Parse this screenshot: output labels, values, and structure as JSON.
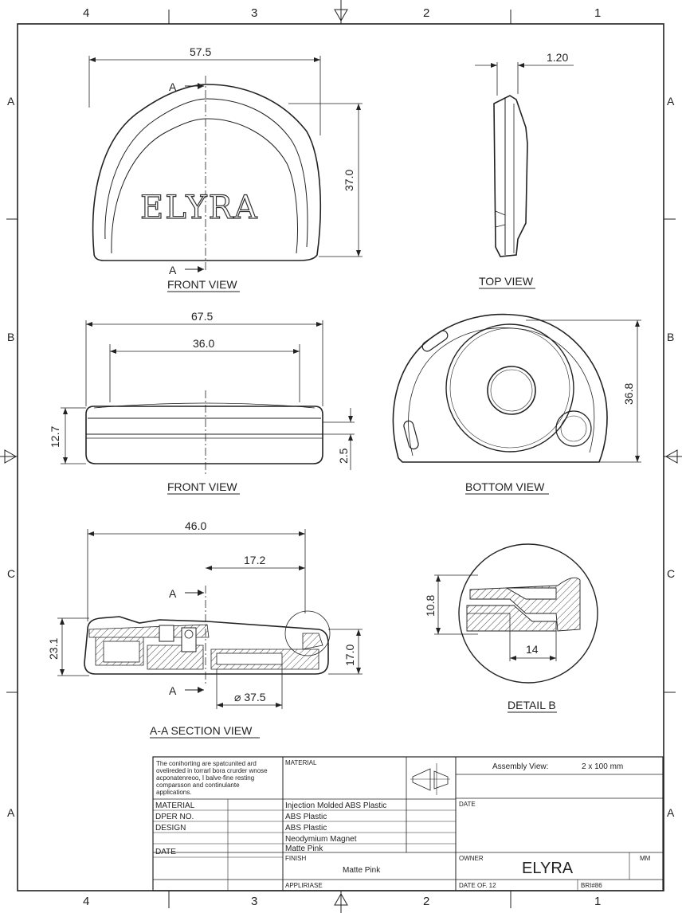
{
  "border": {
    "columns": [
      "4",
      "3",
      "2",
      "1"
    ],
    "rows": [
      "A",
      "B",
      "C",
      "A"
    ]
  },
  "views": {
    "front_top": {
      "label": "FRONT VIEW",
      "dim_width": "57.5",
      "dim_height": "37.0",
      "logo": "ELYRA",
      "section_marker": "A"
    },
    "top": {
      "label": "TOP VIEW",
      "dim_thickness": "1.20"
    },
    "front_bottom": {
      "label": "FRONT VIEW",
      "dim_width": "67.5",
      "dim_inner": "36.0",
      "dim_height": "12.7",
      "dim_step": "2.5"
    },
    "bottom": {
      "label": "BOTTOM VIEW",
      "dim_height": "36.8"
    },
    "section": {
      "label": "A-A SECTION VIEW",
      "dim_width": "46.0",
      "dim_offset": "17.2",
      "dim_height": "23.1",
      "dim_depth": "17.0",
      "dim_diameter": "⌀ 37.5",
      "section_marker": "A"
    },
    "detail": {
      "label": "DETAIL B",
      "dim_height": "10.8",
      "dim_width": "14"
    }
  },
  "title_block": {
    "note_lines": [
      "The conihorting are spatcunited ard",
      "ovelireded in torrarl bora crurder wnose",
      "acponatenreoo, I balve-fine resting",
      "comparsson and continulante",
      "applications."
    ],
    "material_header": "MATERIAL",
    "left_labels": [
      "MATERIAL",
      "DPER NO.",
      "DESIGN",
      "DATE"
    ],
    "materials": [
      "Injection Molded ABS Plastic",
      "ABS Plastic",
      "ABS Plastic",
      "Neodymium Magnet",
      "Matte Pink"
    ],
    "finish_label": "FINISH",
    "finish_value": "Matte Pink",
    "appliase_label": "APPLIRIASE",
    "assembly_label": "Assembly View:",
    "assembly_value": "2 x 100 mm",
    "date_label": "DATE",
    "owner_label": "OWNER",
    "owner_value": "ELYRA",
    "unit": "MM",
    "date_of": "DATE OF. 12",
    "ref": "BRI#86"
  }
}
